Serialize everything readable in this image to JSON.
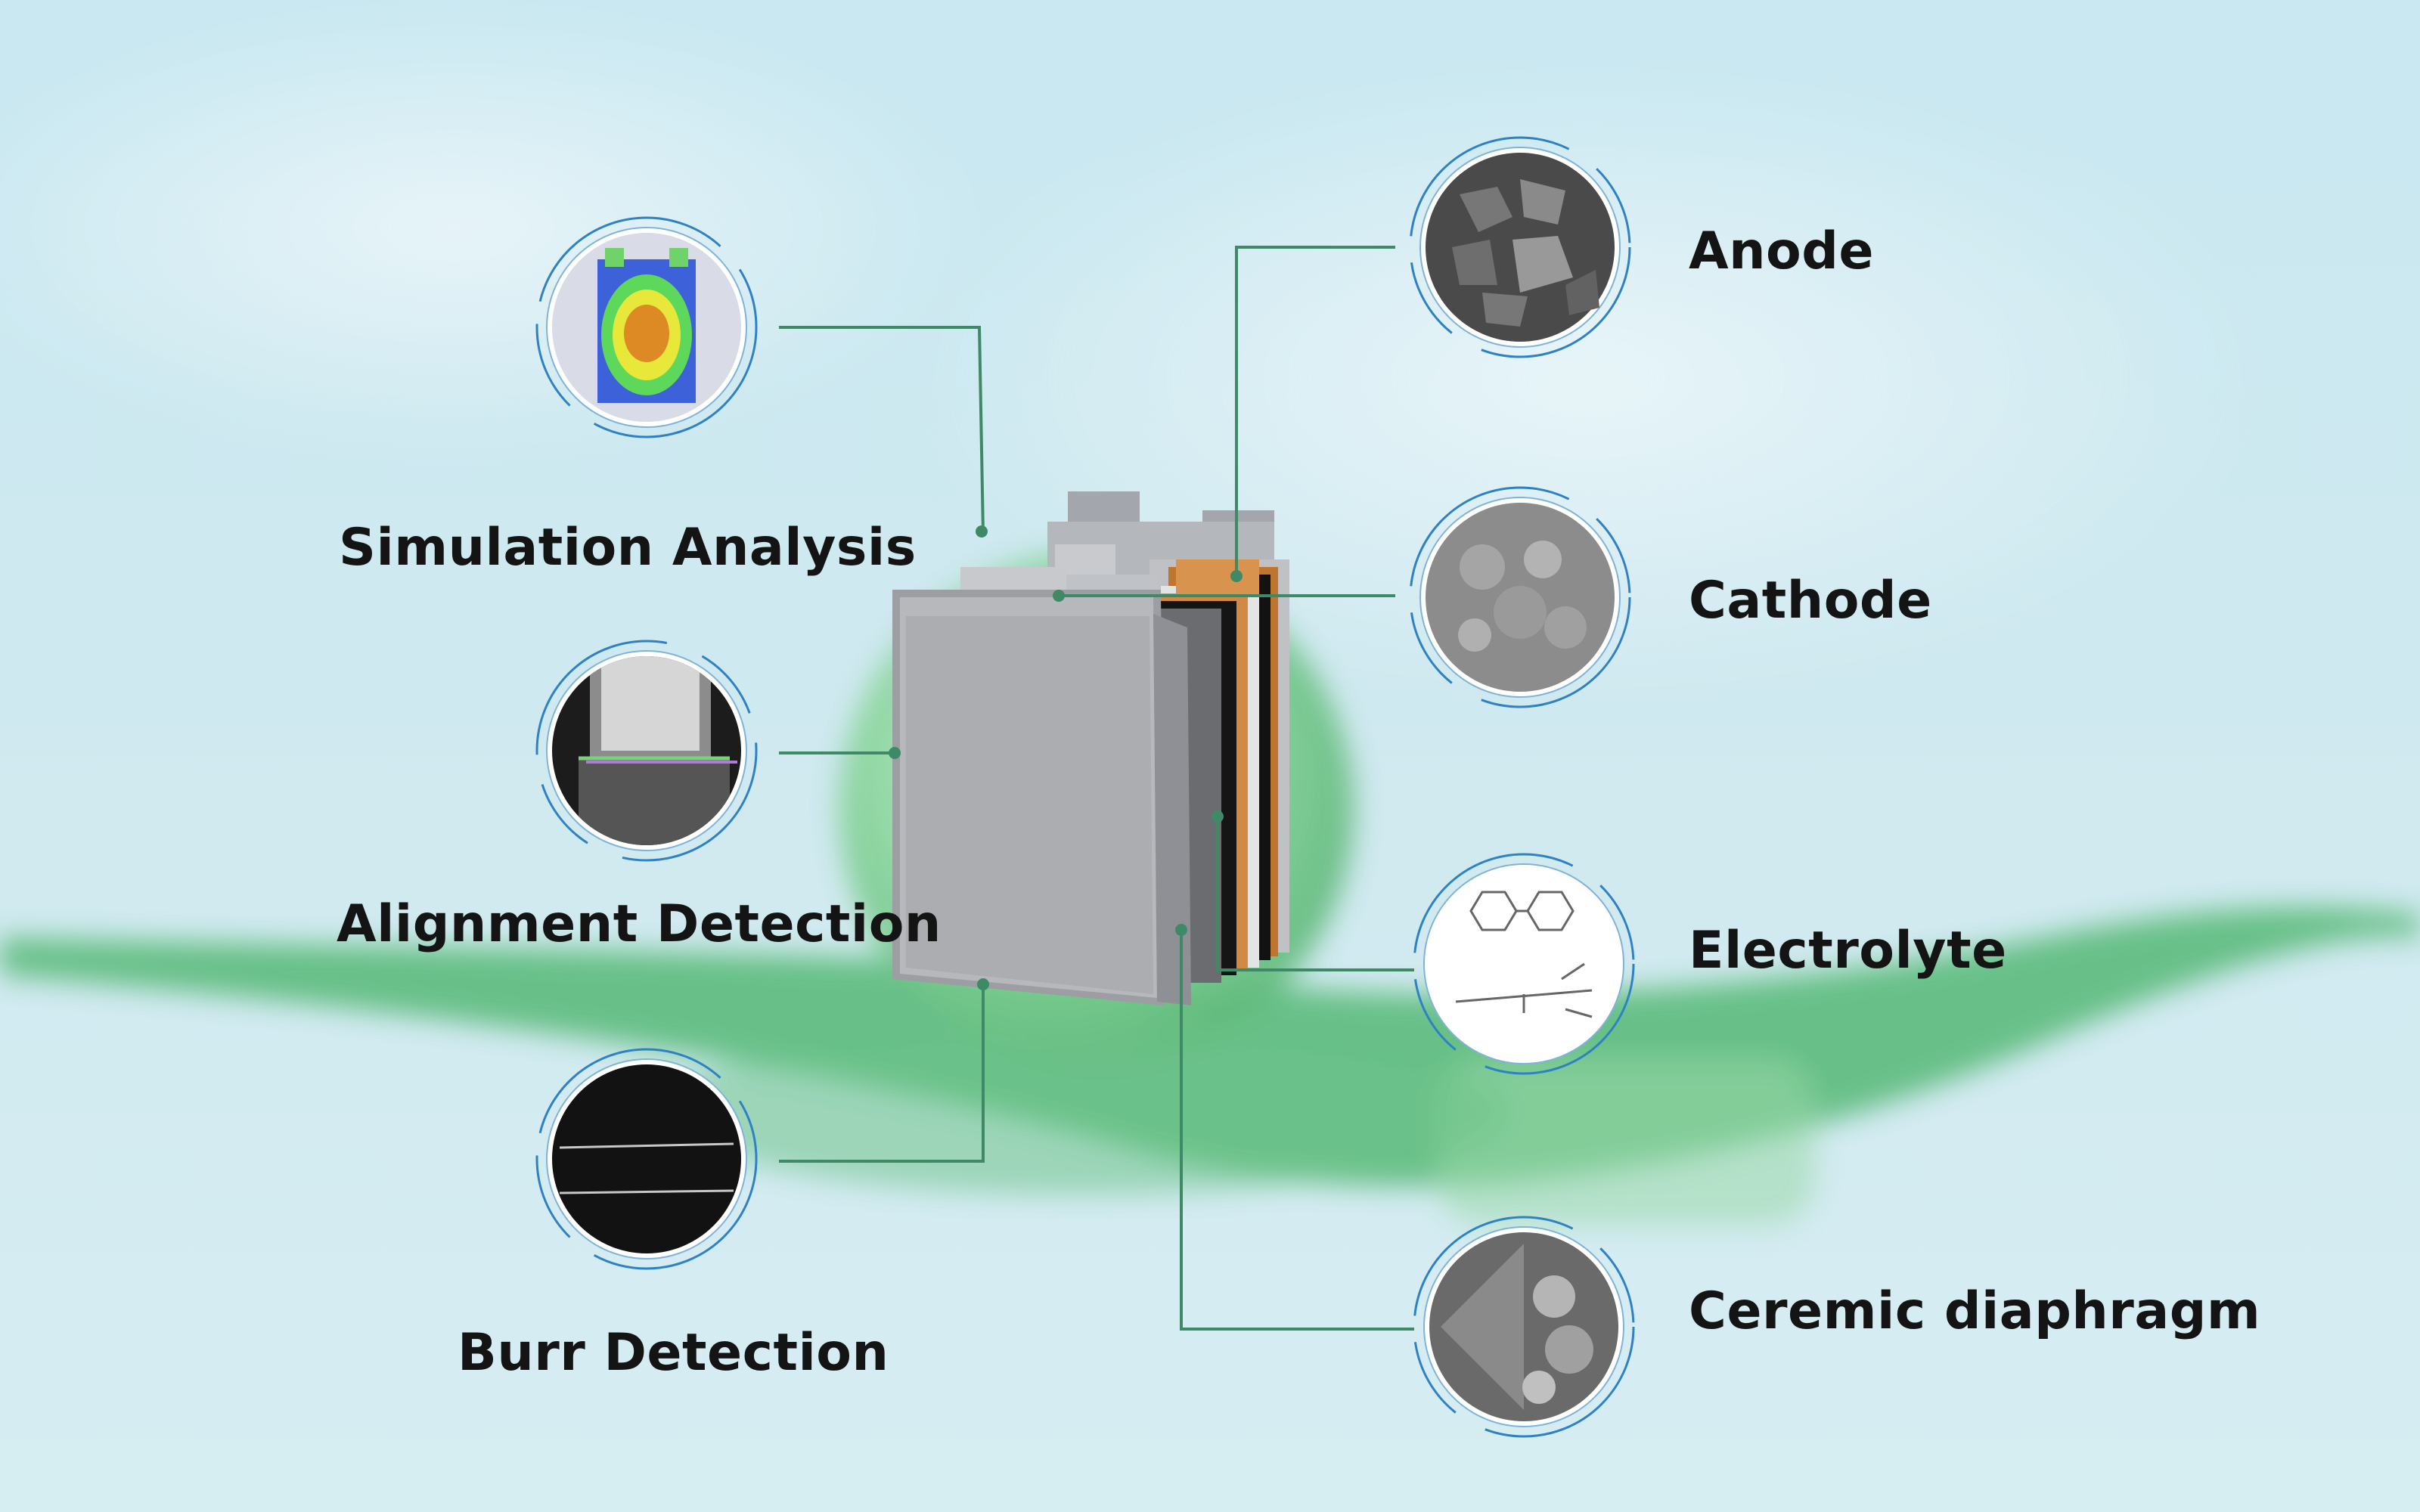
{
  "colors": {
    "background": "#cde9f1",
    "connector": "#3f8a66",
    "ring": "#2e82c4",
    "green_band": "#53b572",
    "label_text": "#141414"
  },
  "left_items": [
    {
      "label": "Simulation Analysis",
      "icon": "thermal-simulation-icon"
    },
    {
      "label": "Alignment Detection",
      "icon": "alignment-xray-icon"
    },
    {
      "label": "Burr Detection",
      "icon": "burr-image-icon"
    }
  ],
  "right_items": [
    {
      "label": "Anode",
      "icon": "anode-sem-icon"
    },
    {
      "label": "Cathode",
      "icon": "cathode-sem-icon"
    },
    {
      "label": "Electrolyte",
      "icon": "electrolyte-molecule-icon"
    },
    {
      "label": "Ceremic diaphragm",
      "icon": "ceramic-diaphragm-sem-icon"
    }
  ],
  "center_graphic": {
    "icon": "battery-cell-exploded-icon"
  }
}
